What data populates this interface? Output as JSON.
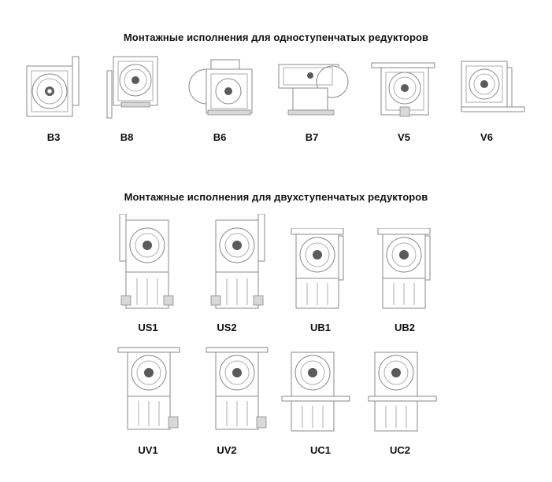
{
  "section_single": {
    "title": "Монтажные исполнения для одноступенчатых редукторов",
    "items": [
      {
        "label": "B3"
      },
      {
        "label": "B8"
      },
      {
        "label": "B6"
      },
      {
        "label": "B7"
      },
      {
        "label": "V5"
      },
      {
        "label": "V6"
      }
    ]
  },
  "section_double": {
    "title": "Монтажные исполнения  для двухступенчатых редукторов",
    "row1": [
      {
        "label": "US1"
      },
      {
        "label": "US2"
      },
      {
        "label": "UB1"
      },
      {
        "label": "UB2"
      }
    ],
    "row2": [
      {
        "label": "UV1"
      },
      {
        "label": "UV2"
      },
      {
        "label": "UC1"
      },
      {
        "label": "UC2"
      }
    ]
  }
}
